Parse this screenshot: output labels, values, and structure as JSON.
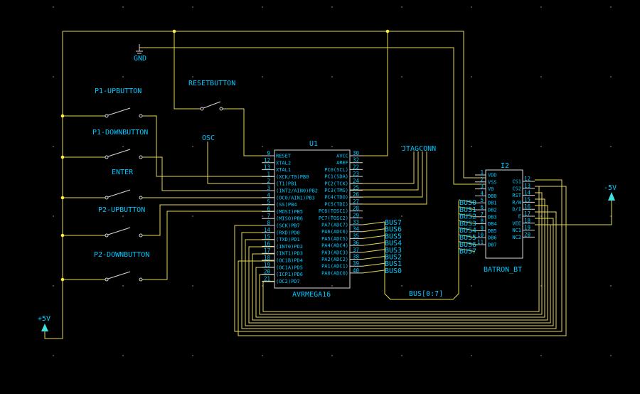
{
  "labels": {
    "gnd": "GND",
    "resetbutton": "RESETBUTTON",
    "p1_up": "P1-UPBUTTON",
    "p1_down": "P1-DOWNBUTTON",
    "enter": "ENTER",
    "p2_up": "P2-UPBUTTON",
    "p2_down": "P2-DOWNBUTTON",
    "osc": "OSC",
    "plus5v": "+5V",
    "minus5v": "-5V",
    "jtag": "JTAGCONN",
    "bus_label": "BUS[0:7]"
  },
  "u1": {
    "ref": "U1",
    "name": "AVRMEGA16",
    "left_pins": [
      {
        "name": "RESET",
        "num": "9"
      },
      {
        "name": "XTAL2",
        "num": "12"
      },
      {
        "name": "XTAL1",
        "num": "13"
      },
      {
        "name": "(XCK/T0)PB0",
        "num": "1"
      },
      {
        "name": "(T1)PB1",
        "num": "2"
      },
      {
        "name": "(INT2/AIN0)PB2",
        "num": "3"
      },
      {
        "name": "(OC0/AIN1)PB3",
        "num": "4"
      },
      {
        "name": "(SS)PB4",
        "num": "5"
      },
      {
        "name": "(MOSI)PB5",
        "num": "6"
      },
      {
        "name": "(MISO)PB6",
        "num": "7"
      },
      {
        "name": "(SCK)PB7",
        "num": "8"
      },
      {
        "name": "(RXD)PD0",
        "num": "14"
      },
      {
        "name": "(TXD)PD1",
        "num": "15"
      },
      {
        "name": "(INT0)PD2",
        "num": "16"
      },
      {
        "name": "(INT1)PD3",
        "num": "17"
      },
      {
        "name": "(OC1B)PD4",
        "num": "18"
      },
      {
        "name": "(OC1A)PD5",
        "num": "19"
      },
      {
        "name": "(ICP1)PD6",
        "num": "20"
      },
      {
        "name": "(OC2)PD7",
        "num": "21"
      }
    ],
    "right_pins": [
      {
        "name": "AVCC",
        "num": "30"
      },
      {
        "name": "AREF",
        "num": "32"
      },
      {
        "name": "PC0(SCL)",
        "num": "22"
      },
      {
        "name": "PC1(SDA)",
        "num": "23"
      },
      {
        "name": "PC2(TCK)",
        "num": "24"
      },
      {
        "name": "PC3(TMS)",
        "num": "25"
      },
      {
        "name": "PC4(TDO)",
        "num": "26"
      },
      {
        "name": "PC5(TDI)",
        "num": "27"
      },
      {
        "name": "PC6(TOSC1)",
        "num": "28"
      },
      {
        "name": "PC7(TOSC2)",
        "num": "29"
      },
      {
        "name": "PA7(ADC7)",
        "num": "33"
      },
      {
        "name": "PA6(ADC6)",
        "num": "34"
      },
      {
        "name": "PA5(ADC5)",
        "num": "35"
      },
      {
        "name": "PA4(ADC4)",
        "num": "36"
      },
      {
        "name": "PA3(ADC3)",
        "num": "37"
      },
      {
        "name": "PA2(ADC2)",
        "num": "38"
      },
      {
        "name": "PA1(ADC1)",
        "num": "39"
      },
      {
        "name": "PA0(ADC0)",
        "num": "40"
      }
    ],
    "bus_taps": [
      "BUS7",
      "BUS6",
      "BUS5",
      "BUS4",
      "BUS3",
      "BUS2",
      "BUS1",
      "BUS0"
    ]
  },
  "i2": {
    "ref": "I2",
    "name": "BATRON_BT",
    "left_pins": [
      {
        "name": "VDD",
        "num": "1"
      },
      {
        "name": "VSS",
        "num": "2"
      },
      {
        "name": "V0",
        "num": "3"
      },
      {
        "name": "DB0",
        "num": "4"
      },
      {
        "name": "DB1",
        "num": "5"
      },
      {
        "name": "DB2",
        "num": "6"
      },
      {
        "name": "DB3",
        "num": "7"
      },
      {
        "name": "DB4",
        "num": "8"
      },
      {
        "name": "DB5",
        "num": "9"
      },
      {
        "name": "DB6",
        "num": "10"
      },
      {
        "name": "DB7",
        "num": "11"
      }
    ],
    "right_pins": [
      {
        "name": "CS1",
        "num": "12"
      },
      {
        "name": "CS2",
        "num": "13"
      },
      {
        "name": "RST",
        "num": "14"
      },
      {
        "name": "R/W",
        "num": "15"
      },
      {
        "name": "D/I",
        "num": "16"
      },
      {
        "name": "E",
        "num": "17"
      },
      {
        "name": "VEE",
        "num": "18"
      },
      {
        "name": "NC1",
        "num": "19"
      },
      {
        "name": "NC2",
        "num": "20"
      }
    ],
    "bus_taps": [
      "BUS0",
      "BUS1",
      "BUS2",
      "BUS3",
      "BUS4",
      "BUS5",
      "BUS6",
      "BUS7"
    ]
  }
}
